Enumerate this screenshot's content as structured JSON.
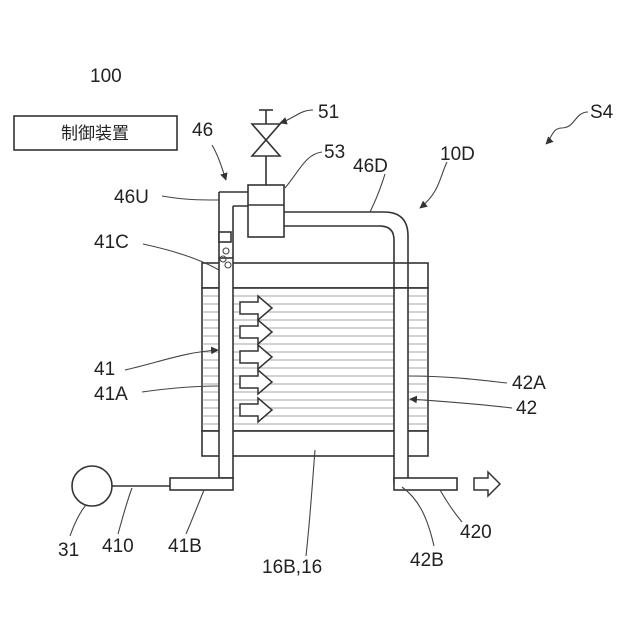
{
  "control_box": {
    "label": "制御装置"
  },
  "labels": {
    "control_ref": "100",
    "system_ref": "S4",
    "valve_ref": "51",
    "pipe_ref": "46",
    "separator_ref": "53",
    "pipe_down_ref": "46D",
    "stack_ref": "10D",
    "pipe_up_ref": "46U",
    "inlet_top_ref": "41C",
    "inlet_manifold_ref": "41",
    "inlet_manifold_inner_ref": "41A",
    "outlet_manifold_inner_ref": "42A",
    "outlet_manifold_ref": "42",
    "pump_ref": "31",
    "supply_line_ref": "410",
    "inlet_port_ref": "41B",
    "stack_body_ref": "16B,16",
    "outlet_port_ref": "42B",
    "discharge_ref": "420"
  }
}
